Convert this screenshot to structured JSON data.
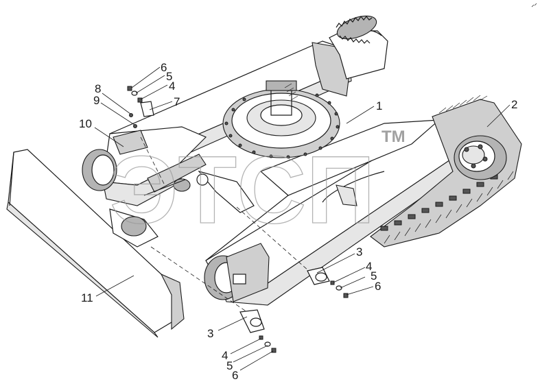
{
  "callouts": {
    "c1": "1",
    "c2": "2",
    "c3a": "3",
    "c3b": "3",
    "c4a": "4",
    "c4b": "4",
    "c4c": "4",
    "c5a": "5",
    "c5b": "5",
    "c5c": "5",
    "c6a": "6",
    "c6b": "6",
    "c6c": "6",
    "c7": "7",
    "c8": "8",
    "c9": "9",
    "c10": "10",
    "c11": "11"
  },
  "watermark": {
    "mark": "ТМ"
  }
}
